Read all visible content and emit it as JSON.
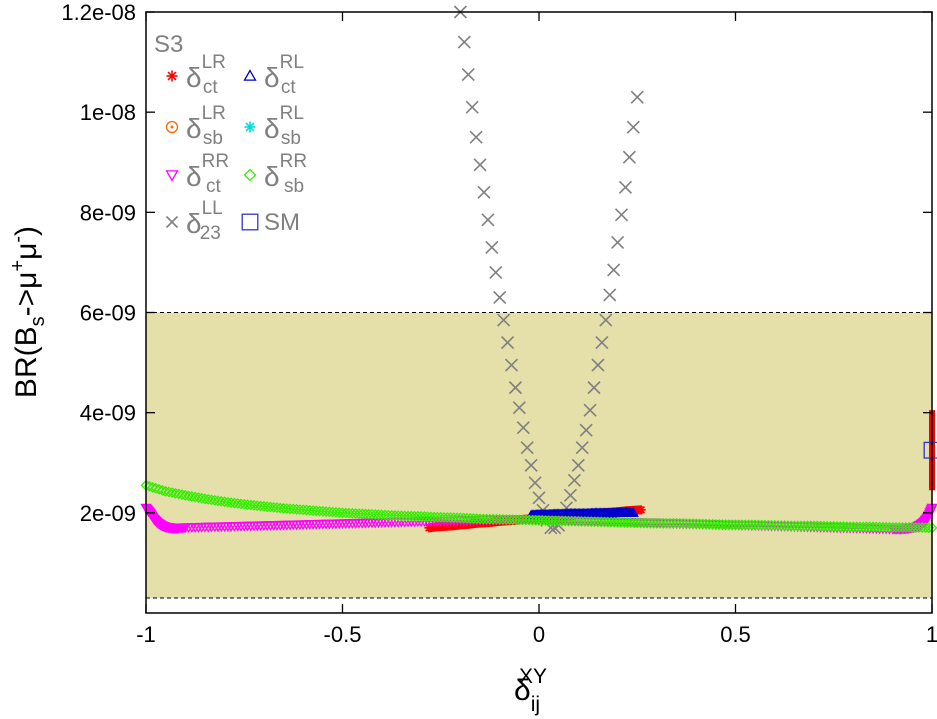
{
  "chart_data": {
    "type": "scatter",
    "panel_label": "S3",
    "xlabel": {
      "base": "δ",
      "sub": "ij",
      "sup": "XY"
    },
    "ylabel": {
      "t1": "BR(B",
      "sub": "s",
      "t2": "->μ",
      "sup1": "+",
      "t3": "μ",
      "sup2": "-",
      "t4": ")"
    },
    "xlim": [
      -1,
      1
    ],
    "ylim": [
      0,
      1.2e-08
    ],
    "x_ticks": [
      -1,
      -0.5,
      0,
      0.5,
      1
    ],
    "x_tick_labels": [
      "-1",
      "-0.5",
      "0",
      "0.5",
      "1"
    ],
    "y_ticks": [
      2e-09,
      4e-09,
      6e-09,
      8e-09,
      1e-08,
      1.2e-08
    ],
    "y_tick_labels": [
      "2e-09",
      "4e-09",
      "6e-09",
      "8e-09",
      "1e-08",
      "1.2e-08"
    ],
    "grid": false,
    "legend_position": "top-left",
    "band": {
      "ymin": 3e-10,
      "ymax": 6e-09,
      "color": "#e5dfaa"
    },
    "legend": [
      {
        "base": "δ",
        "sup": "LR",
        "sub": "ct",
        "marker": "star",
        "color": "#ff0000"
      },
      {
        "base": "δ",
        "sup": "RL",
        "sub": "ct",
        "marker": "triangle",
        "color": "#0000cc"
      },
      {
        "base": "δ",
        "sup": "LR",
        "sub": "sb",
        "marker": "circle",
        "color": "#ff6600"
      },
      {
        "base": "δ",
        "sup": "RL",
        "sub": "sb",
        "marker": "star",
        "color": "#00dddd"
      },
      {
        "base": "δ",
        "sup": "RR",
        "sub": "ct",
        "marker": "tri-down",
        "color": "#ff00ff"
      },
      {
        "base": "δ",
        "sup": "RR",
        "sub": "sb",
        "marker": "diamond",
        "color": "#33ee00"
      },
      {
        "base": "δ",
        "sup": "LL",
        "sub": "23",
        "marker": "x",
        "color": "#808080"
      },
      {
        "text": "SM",
        "marker": "square",
        "color": "#3333cc"
      }
    ],
    "series": [
      {
        "key": "LL23",
        "marker": "x",
        "color": "#808080",
        "x": [
          -0.2,
          -0.19,
          -0.18,
          -0.17,
          -0.16,
          -0.15,
          -0.14,
          -0.13,
          -0.12,
          -0.11,
          -0.1,
          -0.09,
          -0.08,
          -0.07,
          -0.06,
          -0.05,
          -0.04,
          -0.03,
          -0.02,
          -0.01,
          0,
          0.01,
          0.02,
          0.03,
          0.04,
          0.05,
          0.06,
          0.07,
          0.08,
          0.09,
          0.1,
          0.11,
          0.12,
          0.13,
          0.14,
          0.15,
          0.16,
          0.17,
          0.18,
          0.19,
          0.2,
          0.21,
          0.22,
          0.23,
          0.24,
          0.25
        ],
        "y": [
          1.2e-08,
          1.14e-08,
          1.075e-08,
          1.01e-08,
          9.5e-09,
          8.95e-09,
          8.4e-09,
          7.85e-09,
          7.3e-09,
          6.8e-09,
          6.3e-09,
          5.85e-09,
          5.4e-09,
          4.95e-09,
          4.5e-09,
          4.1e-09,
          3.7e-09,
          3.3e-09,
          2.95e-09,
          2.6e-09,
          2.3e-09,
          2.05e-09,
          1.85e-09,
          1.7e-09,
          1.7e-09,
          1.75e-09,
          1.9e-09,
          2.1e-09,
          2.35e-09,
          2.65e-09,
          2.95e-09,
          3.3e-09,
          3.65e-09,
          4.05e-09,
          4.5e-09,
          4.95e-09,
          5.4e-09,
          5.85e-09,
          6.35e-09,
          6.85e-09,
          7.4e-09,
          7.95e-09,
          8.5e-09,
          9.1e-09,
          9.7e-09,
          1.03e-08
        ]
      },
      {
        "key": "LRct",
        "marker": "star",
        "color": "#ff0000",
        "x": [
          -0.28,
          -0.26,
          -0.24,
          -0.22,
          -0.2,
          -0.18,
          -0.16,
          -0.14,
          -0.12,
          -0.1,
          -0.08,
          -0.06,
          -0.04,
          -0.02,
          0,
          0.02,
          0.04,
          0.06,
          0.08,
          0.1,
          0.12,
          0.14,
          0.16,
          0.18,
          0.2,
          0.22,
          0.24,
          0.26
        ],
        "y": [
          1.7e-09,
          1.72e-09,
          1.73e-09,
          1.74e-09,
          1.76e-09,
          1.77e-09,
          1.79e-09,
          1.8e-09,
          1.81e-09,
          1.83e-09,
          1.84e-09,
          1.85e-09,
          1.87e-09,
          1.88e-09,
          1.89e-09,
          1.9e-09,
          1.92e-09,
          1.93e-09,
          1.94e-09,
          1.96e-09,
          1.97e-09,
          1.98e-09,
          2e-09,
          2.01e-09,
          2.02e-09,
          2.04e-09,
          2.05e-09,
          2.06e-09
        ]
      },
      {
        "key": "RLct",
        "marker": "triangle",
        "color": "#0000cc",
        "x": [
          -0.02,
          0,
          0.02,
          0.04,
          0.06,
          0.08,
          0.1,
          0.12,
          0.14,
          0.16,
          0.18,
          0.2,
          0.22,
          0.24
        ],
        "y": [
          1.95e-09,
          1.96e-09,
          1.96e-09,
          1.97e-09,
          1.97e-09,
          1.98e-09,
          1.98e-09,
          1.98e-09,
          1.99e-09,
          1.99e-09,
          1.99e-09,
          2e-09,
          2e-09,
          2e-09
        ]
      },
      {
        "key": "RRct",
        "marker": "tri-down",
        "color": "#ff00ff",
        "x": [
          -1,
          -0.99,
          -0.98,
          -0.97,
          -0.96,
          -0.95,
          -0.94,
          -0.93,
          -0.92,
          -0.9,
          -0.85,
          -0.8,
          -0.75,
          -0.7,
          -0.65,
          -0.6,
          -0.55,
          -0.5,
          -0.45,
          -0.4,
          -0.35,
          -0.3,
          -0.25,
          -0.2,
          -0.15,
          -0.1,
          -0.05,
          0,
          0.05,
          0.1,
          0.15,
          0.2,
          0.25,
          0.3,
          0.35,
          0.4,
          0.45,
          0.5,
          0.55,
          0.6,
          0.65,
          0.7,
          0.75,
          0.8,
          0.85,
          0.9,
          0.92,
          0.94,
          0.96,
          0.97,
          0.98,
          0.99,
          1
        ],
        "y": [
          2.1e-09,
          2e-09,
          1.88e-09,
          1.8e-09,
          1.75e-09,
          1.72e-09,
          1.71e-09,
          1.7e-09,
          1.7e-09,
          1.71e-09,
          1.72e-09,
          1.73e-09,
          1.74e-09,
          1.75e-09,
          1.76e-09,
          1.77e-09,
          1.78e-09,
          1.79e-09,
          1.8e-09,
          1.81e-09,
          1.82e-09,
          1.83e-09,
          1.84e-09,
          1.85e-09,
          1.86e-09,
          1.87e-09,
          1.87e-09,
          1.86e-09,
          1.85e-09,
          1.84e-09,
          1.83e-09,
          1.82e-09,
          1.81e-09,
          1.8e-09,
          1.79e-09,
          1.78e-09,
          1.77e-09,
          1.76e-09,
          1.75e-09,
          1.74e-09,
          1.73e-09,
          1.72e-09,
          1.71e-09,
          1.7e-09,
          1.69e-09,
          1.68e-09,
          1.68e-09,
          1.69e-09,
          1.72e-09,
          1.76e-09,
          1.82e-09,
          1.92e-09,
          2.1e-09
        ]
      },
      {
        "key": "RRsb",
        "marker": "diamond",
        "color": "#33ee00",
        "x": [
          -1,
          -0.95,
          -0.9,
          -0.85,
          -0.8,
          -0.75,
          -0.7,
          -0.65,
          -0.6,
          -0.55,
          -0.5,
          -0.45,
          -0.4,
          -0.35,
          -0.3,
          -0.25,
          -0.2,
          -0.15,
          -0.1,
          -0.05,
          0,
          0.05,
          0.1,
          0.15,
          0.2,
          0.25,
          0.3,
          0.35,
          0.4,
          0.45,
          0.5,
          0.55,
          0.6,
          0.65,
          0.7,
          0.75,
          0.8,
          0.85,
          0.9,
          0.95,
          1
        ],
        "y": [
          2.55e-09,
          2.43e-09,
          2.35e-09,
          2.28e-09,
          2.22e-09,
          2.17e-09,
          2.13e-09,
          2.09e-09,
          2.06e-09,
          2.03e-09,
          2e-09,
          1.98e-09,
          1.96e-09,
          1.94e-09,
          1.93e-09,
          1.91e-09,
          1.9e-09,
          1.88e-09,
          1.87e-09,
          1.86e-09,
          1.85e-09,
          1.84e-09,
          1.83e-09,
          1.82e-09,
          1.81e-09,
          1.8e-09,
          1.79e-09,
          1.79e-09,
          1.78e-09,
          1.77e-09,
          1.76e-09,
          1.76e-09,
          1.75e-09,
          1.74e-09,
          1.74e-09,
          1.73e-09,
          1.72e-09,
          1.72e-09,
          1.71e-09,
          1.71e-09,
          1.7e-09
        ]
      },
      {
        "key": "SM",
        "marker": "square",
        "color": "#3333cc",
        "x": [
          1
        ],
        "y": [
          3.25e-09
        ],
        "error_bar": {
          "low": 2.45e-09,
          "high": 4.05e-09,
          "color": "#ff0000"
        }
      }
    ]
  }
}
